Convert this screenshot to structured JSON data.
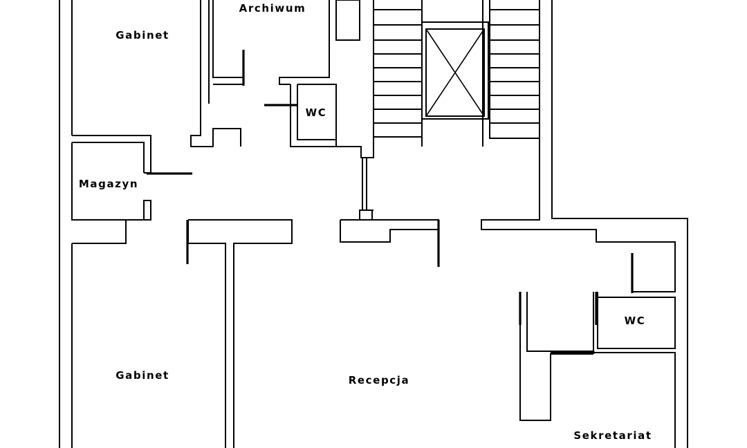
{
  "floor_plan": {
    "rooms": [
      {
        "id": "gabinet-top",
        "label": "Gabinet"
      },
      {
        "id": "archiwum",
        "label": "Archiwum"
      },
      {
        "id": "wc-top",
        "label": "WC"
      },
      {
        "id": "magazyn",
        "label": "Magazyn"
      },
      {
        "id": "gabinet-bottom",
        "label": "Gabinet"
      },
      {
        "id": "recepcja",
        "label": "Recepcja"
      },
      {
        "id": "wc-right",
        "label": "WC"
      },
      {
        "id": "sekretariat",
        "label": "Sekretariat"
      }
    ],
    "symbols": [
      "elevator-shaft-icon",
      "staircase-icon"
    ],
    "colors": {
      "line": "#000000",
      "background": "#ffffff"
    }
  }
}
